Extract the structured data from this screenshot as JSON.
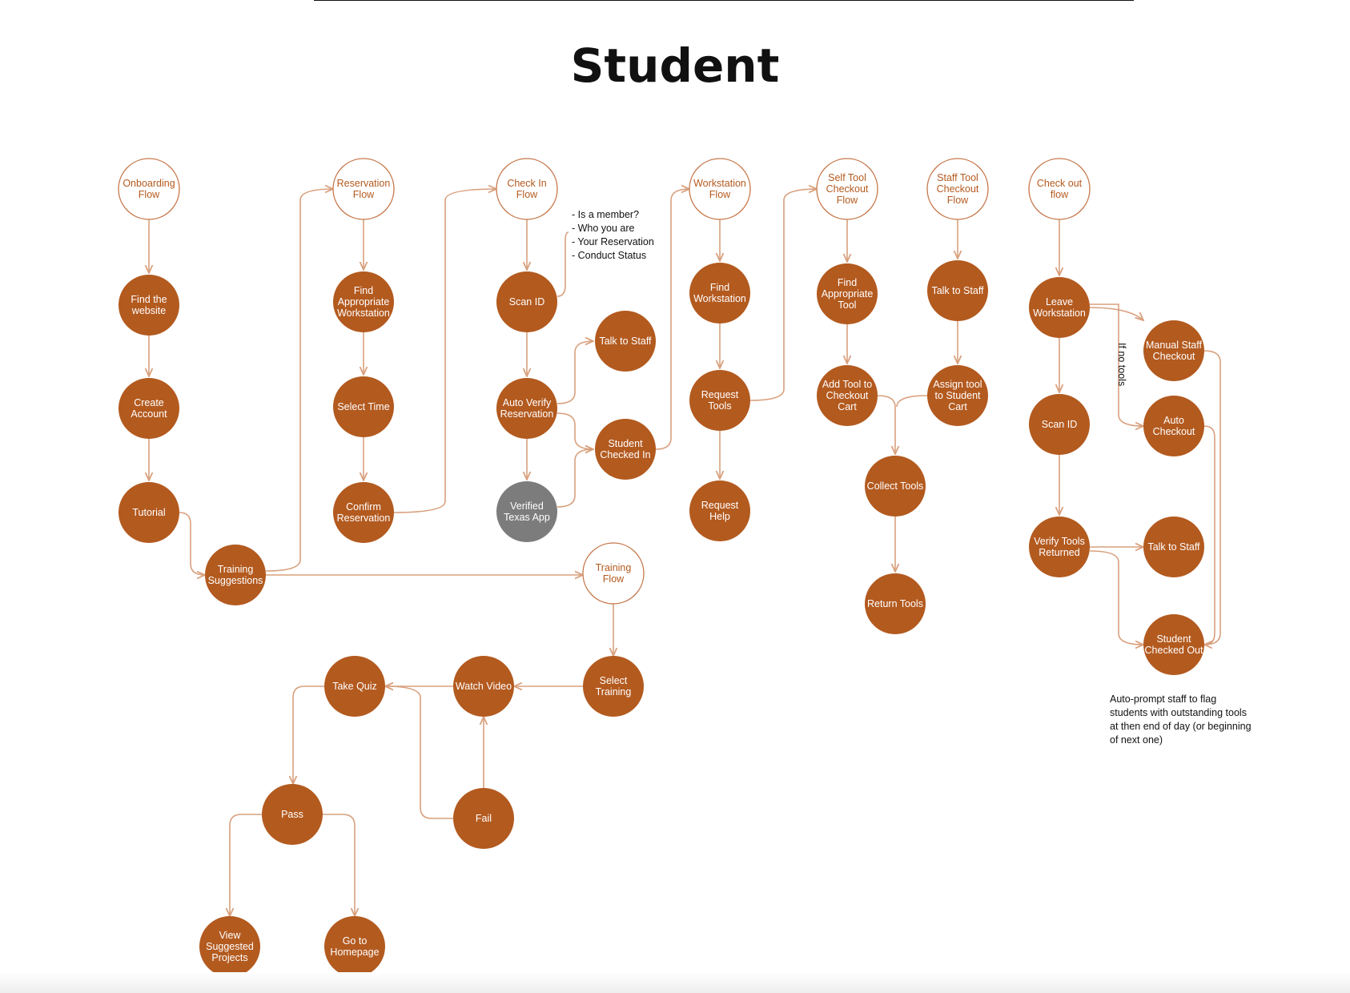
{
  "title": "Student",
  "colors": {
    "node_fill": "#b35a1f",
    "node_outline": "#c6774a",
    "verified_fill": "#7c7c7c",
    "connector": "#d9a07e",
    "text": "#111111",
    "background": "#ffffff"
  },
  "nodes": [
    {
      "id": "onboarding-flow",
      "kind": "outline",
      "lines": [
        "Onboarding",
        "Flow"
      ]
    },
    {
      "id": "find-website",
      "kind": "filled",
      "lines": [
        "Find the",
        "website"
      ]
    },
    {
      "id": "create-account",
      "kind": "filled",
      "lines": [
        "Create",
        "Account"
      ]
    },
    {
      "id": "tutorial",
      "kind": "filled",
      "lines": [
        "Tutorial"
      ]
    },
    {
      "id": "training-suggestions",
      "kind": "filled",
      "lines": [
        "Training",
        "Suggestions"
      ]
    },
    {
      "id": "reservation-flow",
      "kind": "outline",
      "lines": [
        "Reservation",
        "Flow"
      ]
    },
    {
      "id": "find-workstation-res",
      "kind": "filled",
      "lines": [
        "Find",
        "Appropriate",
        "Workstation"
      ]
    },
    {
      "id": "select-time",
      "kind": "filled",
      "lines": [
        "Select Time"
      ]
    },
    {
      "id": "confirm-reservation",
      "kind": "filled",
      "lines": [
        "Confirm",
        "Reservation"
      ]
    },
    {
      "id": "checkin-flow",
      "kind": "outline",
      "lines": [
        "Check In",
        "Flow"
      ]
    },
    {
      "id": "scan-id-checkin",
      "kind": "filled",
      "lines": [
        "Scan ID"
      ]
    },
    {
      "id": "auto-verify",
      "kind": "filled",
      "lines": [
        "Auto Verify",
        "Reservation"
      ]
    },
    {
      "id": "verified-texas-app",
      "kind": "gray",
      "lines": [
        "Verified",
        "Texas App"
      ]
    },
    {
      "id": "talk-staff-checkin",
      "kind": "filled",
      "lines": [
        "Talk to Staff"
      ]
    },
    {
      "id": "student-checked-in",
      "kind": "filled",
      "lines": [
        "Student",
        "Checked In"
      ]
    },
    {
      "id": "workstation-flow",
      "kind": "outline",
      "lines": [
        "Workstation",
        "Flow"
      ]
    },
    {
      "id": "find-workstation",
      "kind": "filled",
      "lines": [
        "Find",
        "Workstation"
      ]
    },
    {
      "id": "request-tools",
      "kind": "filled",
      "lines": [
        "Request",
        "Tools"
      ]
    },
    {
      "id": "request-help",
      "kind": "filled",
      "lines": [
        "Request",
        "Help"
      ]
    },
    {
      "id": "self-tool-flow",
      "kind": "outline",
      "lines": [
        "Self Tool",
        "Checkout",
        "Flow"
      ]
    },
    {
      "id": "find-tool",
      "kind": "filled",
      "lines": [
        "Find",
        "Appropriate",
        "Tool"
      ]
    },
    {
      "id": "add-tool-cart",
      "kind": "filled",
      "lines": [
        "Add Tool to",
        "Checkout",
        "Cart"
      ]
    },
    {
      "id": "staff-tool-flow",
      "kind": "outline",
      "lines": [
        "Staff Tool",
        "Checkout",
        "Flow"
      ]
    },
    {
      "id": "talk-staff-tool",
      "kind": "filled",
      "lines": [
        "Talk to Staff"
      ]
    },
    {
      "id": "assign-tool",
      "kind": "filled",
      "lines": [
        "Assign tool",
        "to Student",
        "Cart"
      ]
    },
    {
      "id": "collect-tools",
      "kind": "filled",
      "lines": [
        "Collect Tools"
      ]
    },
    {
      "id": "return-tools",
      "kind": "filled",
      "lines": [
        "Return Tools"
      ]
    },
    {
      "id": "checkout-flow",
      "kind": "outline",
      "lines": [
        "Check out",
        "flow"
      ]
    },
    {
      "id": "leave-workstation",
      "kind": "filled",
      "lines": [
        "Leave",
        "Workstation"
      ]
    },
    {
      "id": "scan-id-checkout",
      "kind": "filled",
      "lines": [
        "Scan ID"
      ]
    },
    {
      "id": "verify-tools",
      "kind": "filled",
      "lines": [
        "Verify Tools",
        "Returned"
      ]
    },
    {
      "id": "manual-checkout",
      "kind": "filled",
      "lines": [
        "Manual Staff",
        "Checkout"
      ]
    },
    {
      "id": "auto-checkout",
      "kind": "filled",
      "lines": [
        "Auto",
        "Checkout"
      ]
    },
    {
      "id": "talk-staff-checkout",
      "kind": "filled",
      "lines": [
        "Talk to Staff"
      ]
    },
    {
      "id": "student-checked-out",
      "kind": "filled",
      "lines": [
        "Student",
        "Checked Out"
      ]
    },
    {
      "id": "training-flow",
      "kind": "outline",
      "lines": [
        "Training",
        "Flow"
      ]
    },
    {
      "id": "select-training",
      "kind": "filled",
      "lines": [
        "Select",
        "Training"
      ]
    },
    {
      "id": "watch-video",
      "kind": "filled",
      "lines": [
        "Watch Video"
      ]
    },
    {
      "id": "take-quiz",
      "kind": "filled",
      "lines": [
        "Take Quiz"
      ]
    },
    {
      "id": "fail",
      "kind": "filled",
      "lines": [
        "Fail"
      ]
    },
    {
      "id": "pass",
      "kind": "filled",
      "lines": [
        "Pass"
      ]
    },
    {
      "id": "view-projects",
      "kind": "filled",
      "lines": [
        "View",
        "Suggested",
        "Projects"
      ]
    },
    {
      "id": "go-homepage",
      "kind": "filled",
      "lines": [
        "Go to",
        "Homepage"
      ]
    }
  ],
  "annotations": {
    "checkin_note": [
      "- Is a member?",
      "- Who you are",
      "- Your Reservation",
      "- Conduct Status"
    ],
    "no_tools_label": "If no tools",
    "checkout_note": [
      "Auto-prompt staff to flag",
      "students with outstanding tools",
      "at then end of day (or beginning",
      "of next one)"
    ]
  }
}
